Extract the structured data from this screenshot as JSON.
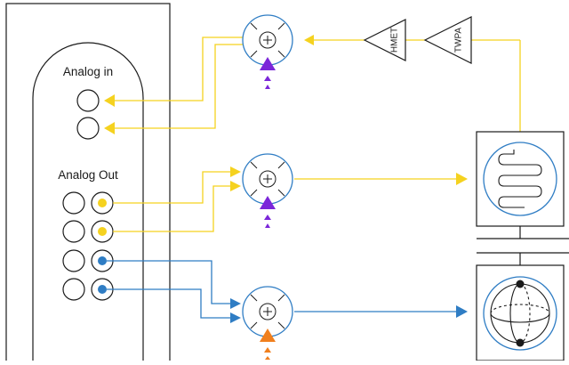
{
  "panel": {
    "analog_in_label": "Analog in",
    "analog_out_label": "Analog Out"
  },
  "amplifiers": {
    "hmet_label": "HMET",
    "twpa_label": "TWPA"
  },
  "colors": {
    "readout_line": "#F5D21F",
    "drive_line": "#2F7DC4",
    "pump_marker": "#7B26D9",
    "lo_marker": "#F07F1E",
    "device_stroke": "#2F7DC4",
    "outline": "#1a1a1a"
  },
  "icons": {
    "mixer": "mixer-icon",
    "amplifier": "amplifier-triangle-icon",
    "resonator": "resonator-meander-icon",
    "qubit": "bloch-sphere-icon",
    "port": "port-circle-icon"
  }
}
